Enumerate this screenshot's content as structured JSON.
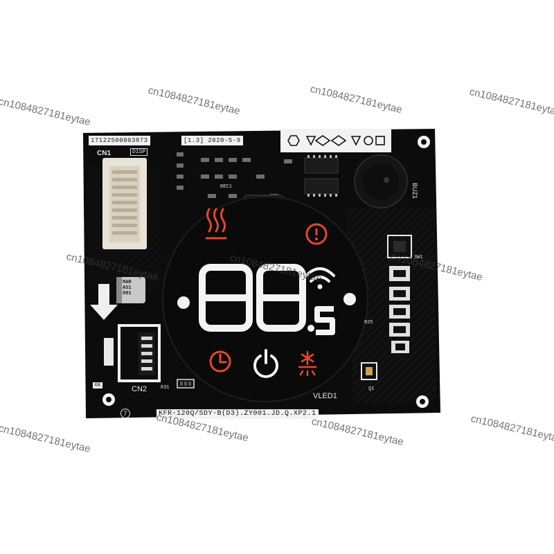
{
  "board": {
    "serial_label": "17122500003873",
    "version_label": "[1.3] 2020-5-9",
    "connector_cn1": "CN1",
    "disp_label": "DISP",
    "connector_cn2": "CN2",
    "xk_label": "XK",
    "buzzer_label": "BUZ1",
    "vled_label": "VLED1",
    "model_label": "KFR-120Q/SDY-B(D3).ZY001.JD.Q.XP2.1",
    "capacitor_label": "MAR\nAS1\n001",
    "sw_label": "SW1",
    "resistor_label": "R25",
    "rec_label": "REC1",
    "q1_label": "Q1",
    "r31_label": "R31",
    "hole_label": "7"
  },
  "display": {
    "digits": "88",
    "unit": "s",
    "icons": [
      "heater-icon",
      "alert-icon",
      "wifi-icon",
      "timer-icon",
      "power-icon",
      "defrost-icon"
    ]
  },
  "colors": {
    "pcb": "#0c0c0c",
    "display_red": "#e8462c",
    "display_white": "#f4f4f4",
    "connector": "#e9e3d6",
    "label_bg": "#f2f2f2"
  },
  "watermark_text": "cn1084827181eytae"
}
